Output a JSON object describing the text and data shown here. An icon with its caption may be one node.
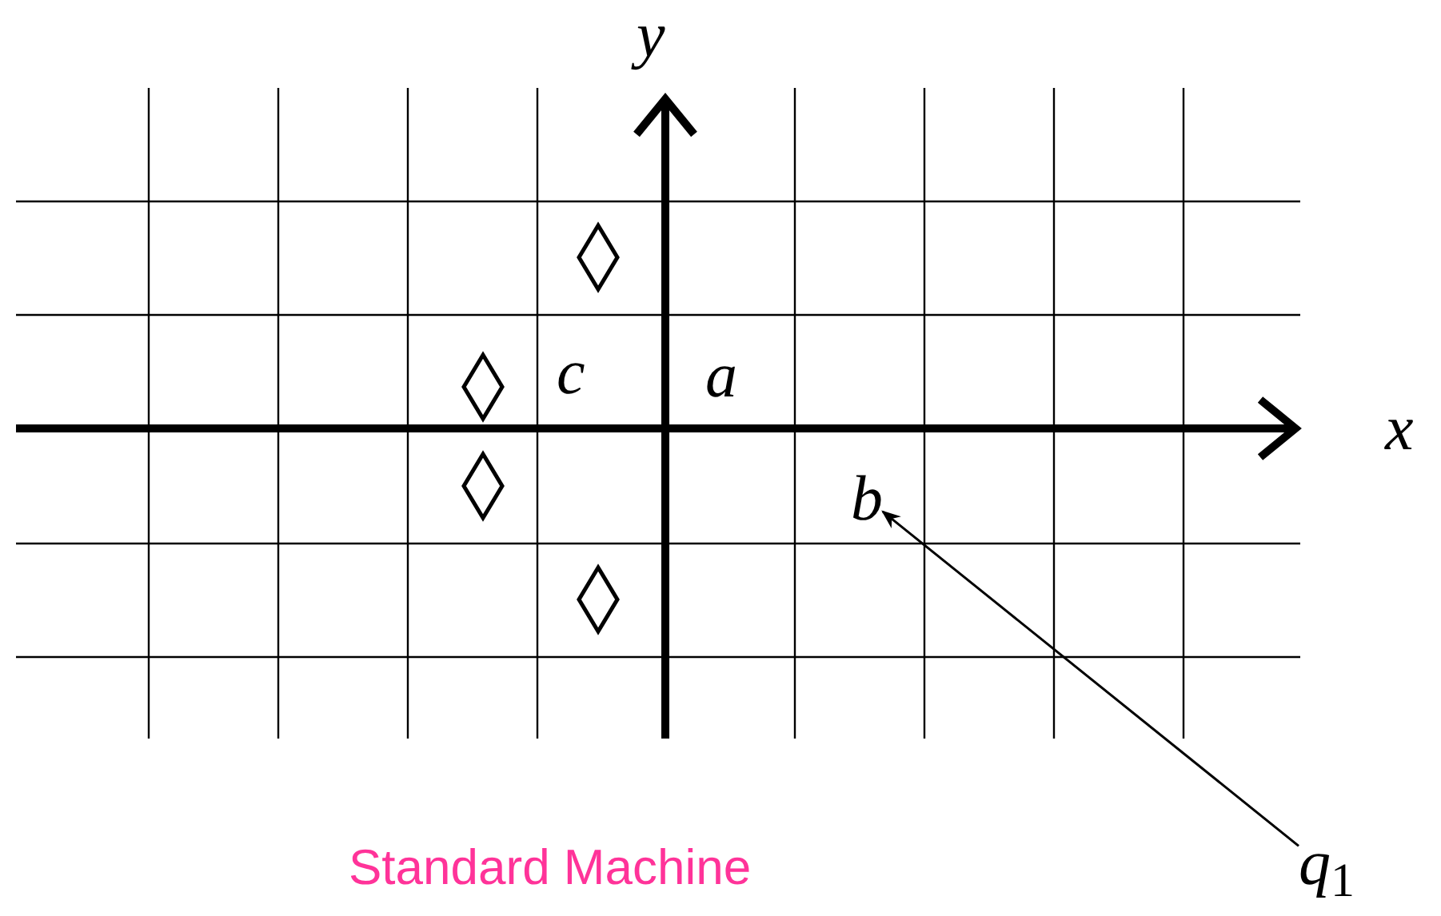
{
  "diagram": {
    "nodes": [
      {
        "text": [
          "b"
        ]
      },
      {
        "text": [
          "q$_{1}$"
        ]
      }
    ],
    "edges": [
      {
        "from": 1,
        "to": 0,
        "arrow": "to"
      }
    ],
    "labels": [
      "y",
      "c",
      "a",
      "x",
      "Standard Machine"
    ]
  }
}
